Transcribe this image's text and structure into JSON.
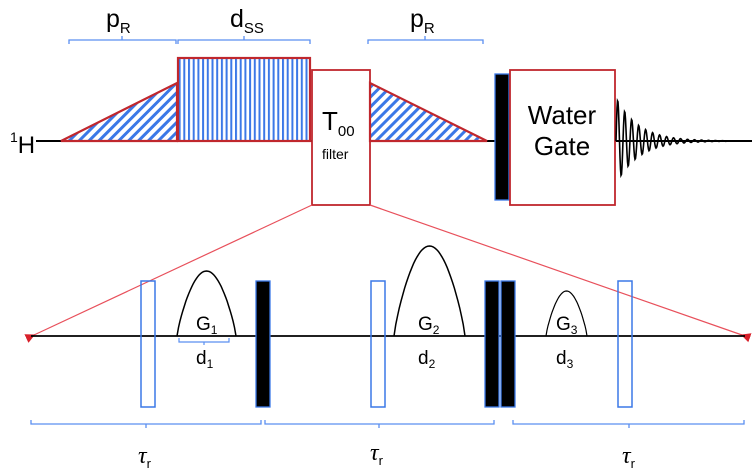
{
  "diagram": {
    "channel_label": {
      "sup": "1",
      "main": "H"
    },
    "top_braces": [
      {
        "main": "p",
        "sub": "R"
      },
      {
        "main": "d",
        "sub": "SS"
      },
      {
        "main": "p",
        "sub": "R"
      }
    ],
    "t00_filter": {
      "main": "T",
      "sub": "00",
      "caption": "filter"
    },
    "water_gate": {
      "line1": "Water",
      "line2": "Gate"
    },
    "gradients": [
      {
        "main": "G",
        "sub": "1",
        "delay_main": "d",
        "delay_sub": "1"
      },
      {
        "main": "G",
        "sub": "2",
        "delay_main": "d",
        "delay_sub": "2"
      },
      {
        "main": "G",
        "sub": "3",
        "delay_main": "d",
        "delay_sub": "3"
      }
    ],
    "rotor_periods": [
      {
        "main": "τ",
        "sub": "r"
      },
      {
        "main": "τ",
        "sub": "r"
      },
      {
        "main": "τ",
        "sub": "r"
      }
    ],
    "colors": {
      "pulse_outline": "#c0272d",
      "hatch": "#3b78e7",
      "brace": "#5b8ff0",
      "zoom_lines": "#e8505b",
      "baseline": "#000000"
    }
  }
}
